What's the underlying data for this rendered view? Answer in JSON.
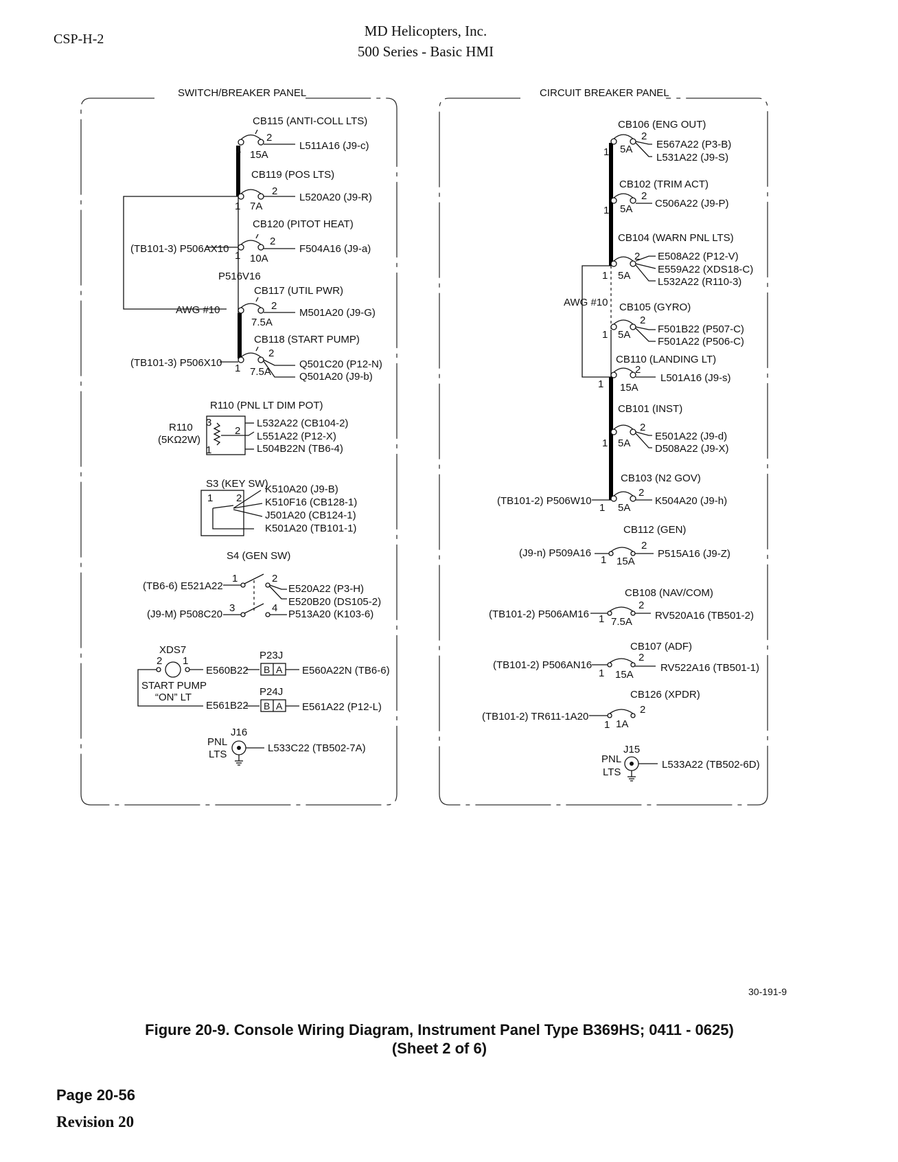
{
  "header": {
    "doc_id": "CSP-H-2",
    "company": "MD Helicopters, Inc.",
    "series": "500 Series - Basic HMI"
  },
  "left_panel": {
    "title": "SWITCH/BREAKER PANEL",
    "breakers": [
      {
        "name": "CB115 (ANTI-COLL LTS)",
        "rating": "15A",
        "outputs": [
          "L511A16 (J9-c)"
        ]
      },
      {
        "name": "CB119 (POS LTS)",
        "rating": "7A",
        "outputs": [
          "L520A20 (J9-R)"
        ]
      },
      {
        "name": "CB120 (PITOT HEAT)",
        "rating": "10A",
        "input": "(TB101-3) P506AX10",
        "outputs": [
          "F504A16 (J9-a)"
        ]
      },
      {
        "name": "CB117 (UTIL PWR)",
        "rating": "7.5A",
        "input": "AWG #10",
        "outputs": [
          "M501A20 (J9-G)"
        ]
      },
      {
        "name": "CB118 (START PUMP)",
        "rating": "7.5A",
        "input": "(TB101-3) P506X10",
        "outputs": [
          "Q501C20 (P12-N)",
          "Q501A20 (J9-b)"
        ]
      }
    ],
    "p516": "P516V16",
    "r110": {
      "title": "R110 (PNL LT DIM POT)",
      "label": "R110",
      "value": "(5KΩ2W)",
      "wires": [
        "L532A22 (CB104-2)",
        "L551A22 (P12-X)",
        "L504B22N (TB6-4)"
      ]
    },
    "s3": {
      "title": "S3 (KEY SW)",
      "wires": [
        "K510A20 (J9-B)",
        "K510F16 (CB128-1)",
        "J501A20 (CB124-1)",
        "K501A20 (TB101-1)"
      ]
    },
    "s4": {
      "title": "S4 (GEN SW)",
      "inputs": [
        "(TB6-6) E521A22",
        "(J9-M) P508C20"
      ],
      "outputs": [
        "E520A22 (P3-H)",
        "E520B20 (DS105-2)",
        "P513A20 (K103-6)"
      ]
    },
    "xds7": {
      "title": "XDS7",
      "label1": "START PUMP",
      "label2": "“ON” LT",
      "wires": [
        "E560B22",
        "E561B22"
      ]
    },
    "p23j": {
      "title": "P23J",
      "pins": [
        "B",
        "A"
      ],
      "out": "E560A22N (TB6-6)"
    },
    "p24j": {
      "title": "P24J",
      "pins": [
        "B",
        "A"
      ],
      "out": "E561A22 (P12-L)"
    },
    "j16": {
      "title": "J16",
      "label1": "PNL",
      "label2": "LTS",
      "out": "L533C22 (TB502-7A)"
    }
  },
  "right_panel": {
    "title": "CIRCUIT BREAKER PANEL",
    "awg": "AWG #10",
    "breakers": [
      {
        "name": "CB106 (ENG OUT)",
        "rating": "5A",
        "outputs": [
          "E567A22 (P3-B)",
          "L531A22 (J9-S)"
        ]
      },
      {
        "name": "CB102 (TRIM ACT)",
        "rating": "5A",
        "outputs": [
          "C506A22 (J9-P)"
        ]
      },
      {
        "name": "CB104 (WARN PNL LTS)",
        "rating": "5A",
        "outputs": [
          "E508A22 (P12-V)",
          "E559A22 (XDS18-C)",
          "L532A22 (R110-3)"
        ]
      },
      {
        "name": "CB105 (GYRO)",
        "rating": "5A",
        "outputs": [
          "F501B22 (P507-C)",
          "F501A22 (P506-C)"
        ]
      },
      {
        "name": "CB110 (LANDING LT)",
        "rating": "15A",
        "outputs": [
          "L501A16 (J9-s)"
        ]
      },
      {
        "name": "CB101 (INST)",
        "rating": "5A",
        "outputs": [
          "E501A22 (J9-d)",
          "D508A22 (J9-X)"
        ]
      },
      {
        "name": "CB103 (N2 GOV)",
        "rating": "5A",
        "input": "(TB101-2) P506W10",
        "outputs": [
          "K504A20 (J9-h)"
        ]
      },
      {
        "name": "CB112 (GEN)",
        "rating": "15A",
        "input": "(J9-n) P509A16",
        "outputs": [
          "P515A16 (J9-Z)"
        ]
      },
      {
        "name": "CB108 (NAV/COM)",
        "rating": "7.5A",
        "input": "(TB101-2) P506AM16",
        "outputs": [
          "RV520A16 (TB501-2)"
        ]
      },
      {
        "name": "CB107 (ADF)",
        "rating": "15A",
        "input": "(TB101-2) P506AN16",
        "outputs": [
          "RV522A16 (TB501-1)"
        ]
      },
      {
        "name": "CB126 (XPDR)",
        "rating": "1A",
        "input": "(TB101-2) TR611-1A20",
        "outputs": []
      }
    ],
    "j15": {
      "title": "J15",
      "label1": "PNL",
      "label2": "LTS",
      "out": "L533A22 (TB502-6D)"
    }
  },
  "figure": {
    "drawing_number": "30-191-9",
    "caption_line1": "Figure  20-9.  Console Wiring Diagram, Instrument Panel Type B369HS; 0411 - 0625)",
    "caption_line2": "(Sheet 2 of 6)"
  },
  "footer": {
    "page": "Page  20-56",
    "revision": "Revision 20"
  }
}
